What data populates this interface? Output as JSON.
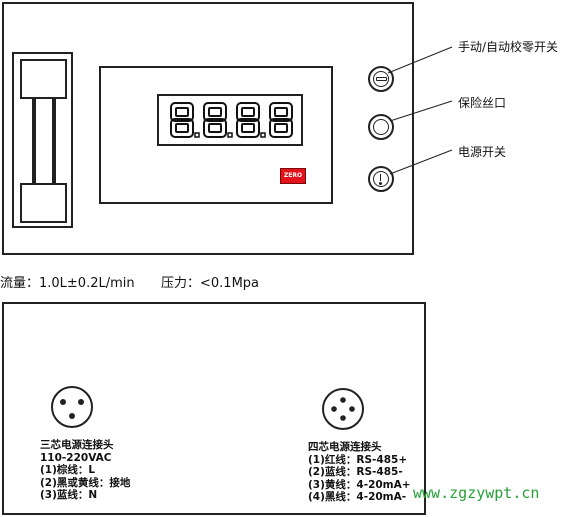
{
  "front_panel": {
    "display_digits": "8.8.8.8",
    "zero_button": "ZERO"
  },
  "callouts": {
    "zero_switch": "手动/自动校零开关",
    "fuse": "保险丝口",
    "power_switch": "电源开关"
  },
  "specs": {
    "flow": "流量：1.0L±0.2L/min",
    "pressure": "压力：<0.1Mpa"
  },
  "connectors": {
    "three_core": {
      "title": "三芯电源连接头",
      "voltage": "110-220VAC",
      "lines": [
        "(1)棕线：L",
        "(2)黑或黄线：接地",
        "(3)蓝线：N"
      ]
    },
    "four_core": {
      "title": "四芯电源连接头",
      "lines": [
        "(1)红线：RS-485+",
        "(2)蓝线：RS-485-",
        "(3)黄线：4-20mA+",
        "(4)黑线：4-20mA-"
      ]
    }
  },
  "watermark": "www.zgzywpt.cn",
  "colors": {
    "zero_button": "#e3131b",
    "watermark": "#27a23a",
    "outline": "#222222"
  }
}
